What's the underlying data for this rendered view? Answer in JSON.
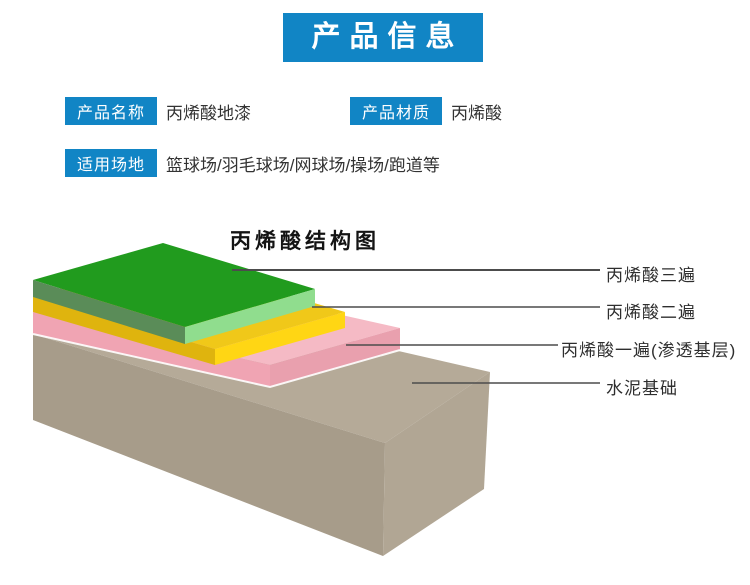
{
  "banner": {
    "title": "产品信息"
  },
  "colors": {
    "primary_blue": "#1185c5",
    "value_text": "#333333",
    "label_text": "#ffffff"
  },
  "fields": [
    {
      "label": "产品名称",
      "value": "丙烯酸地漆"
    },
    {
      "label": "产品材质",
      "value": "丙烯酸"
    },
    {
      "label": "适用场地",
      "value": "篮球场/羽毛球场/网球场/操场/跑道等"
    }
  ],
  "diagram": {
    "title": "丙烯酸结构图",
    "leader_line_color": "#4c4c4c",
    "highlight_color": "#ffffff",
    "layers": [
      {
        "name": "丙烯酸三遍",
        "top": "#219b1e",
        "left": "#5a8c58",
        "right": "#90dd8e"
      },
      {
        "name": "丙烯酸二遍",
        "top": "#f0c819",
        "left": "#dfb40e",
        "right": "#ffd614"
      },
      {
        "name": "丙烯酸一遍(渗透基层)",
        "top": "#f5bac5",
        "left": "#f0a4b3",
        "right": "#e9a0ae"
      },
      {
        "name": "水泥基础",
        "top": "#b5aa98",
        "left": "#a79c8a",
        "right": "#b1a694"
      }
    ]
  }
}
